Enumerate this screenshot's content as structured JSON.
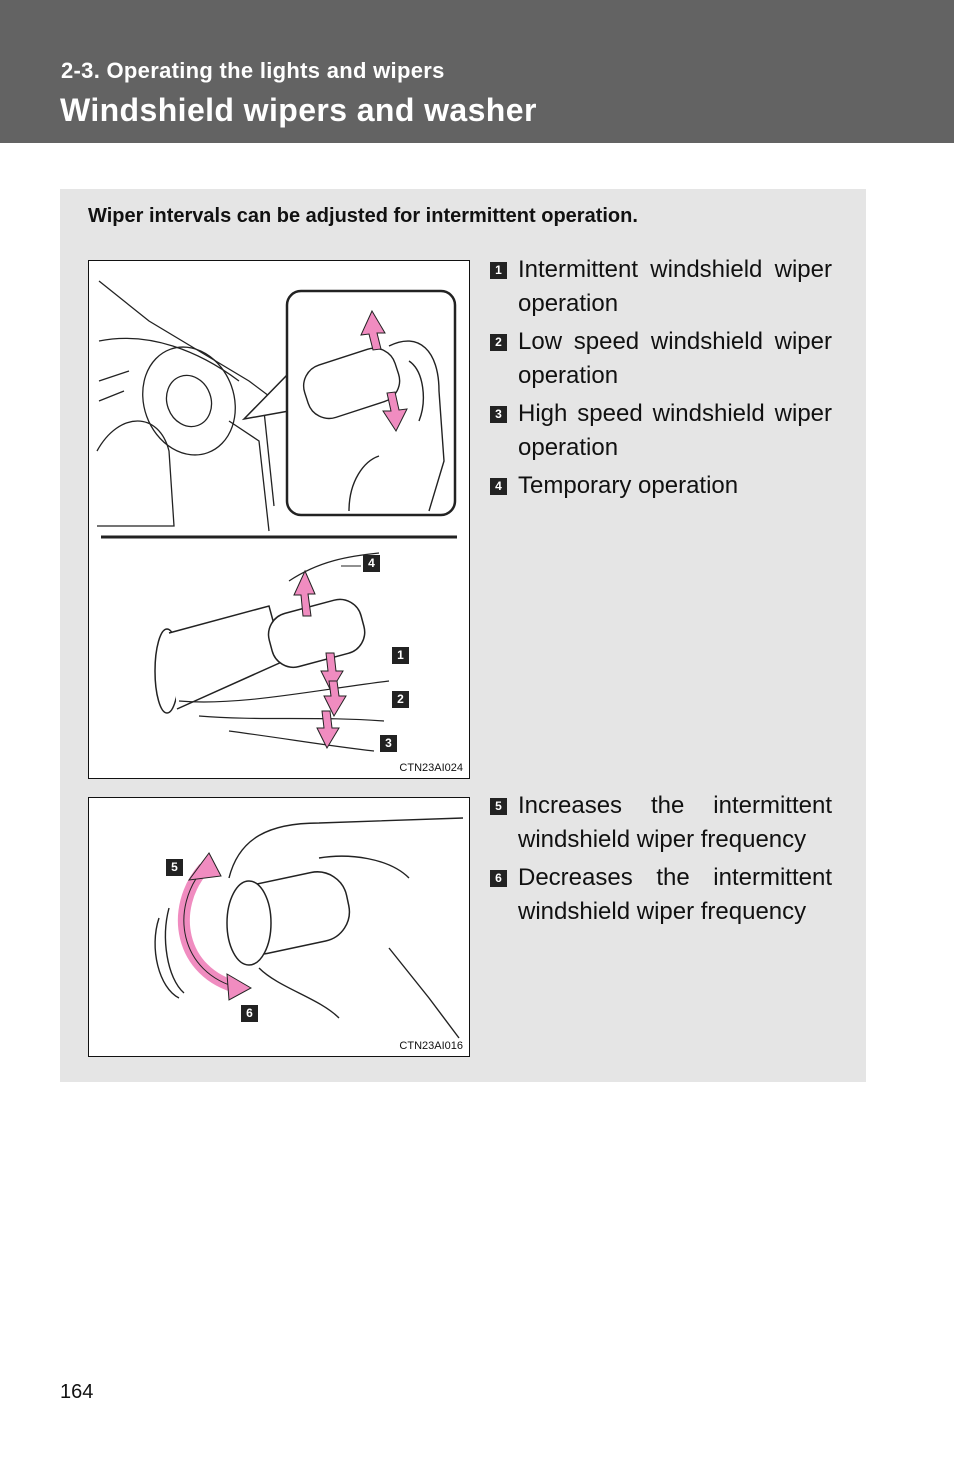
{
  "header": {
    "section": "2-3. Operating the lights and wipers",
    "title": "Windshield wipers and washer"
  },
  "panel": {
    "intro": "Wiper intervals can be adjusted for intermittent operation.",
    "figure1": {
      "code": "CTN23AI024",
      "callouts": [
        "4",
        "1",
        "2",
        "3"
      ]
    },
    "figure2": {
      "code": "CTN23AI016",
      "callouts": [
        "5",
        "6"
      ]
    },
    "list1": [
      {
        "num": "1",
        "text": "Intermittent windshield wiper operation"
      },
      {
        "num": "2",
        "text": "Low speed windshield wiper operation"
      },
      {
        "num": "3",
        "text": "High speed windshield wiper operation"
      },
      {
        "num": "4",
        "text": "Temporary operation"
      }
    ],
    "list2": [
      {
        "num": "5",
        "text": "Increases the intermittent windshield wiper frequency"
      },
      {
        "num": "6",
        "text": "Decreases the intermittent windshield wiper frequency"
      }
    ]
  },
  "page_number": "164",
  "colors": {
    "header_bg": "#636363",
    "panel_bg": "#e5e5e5",
    "arrow_pink": "#f08cc0",
    "badge_bg": "#222222"
  }
}
